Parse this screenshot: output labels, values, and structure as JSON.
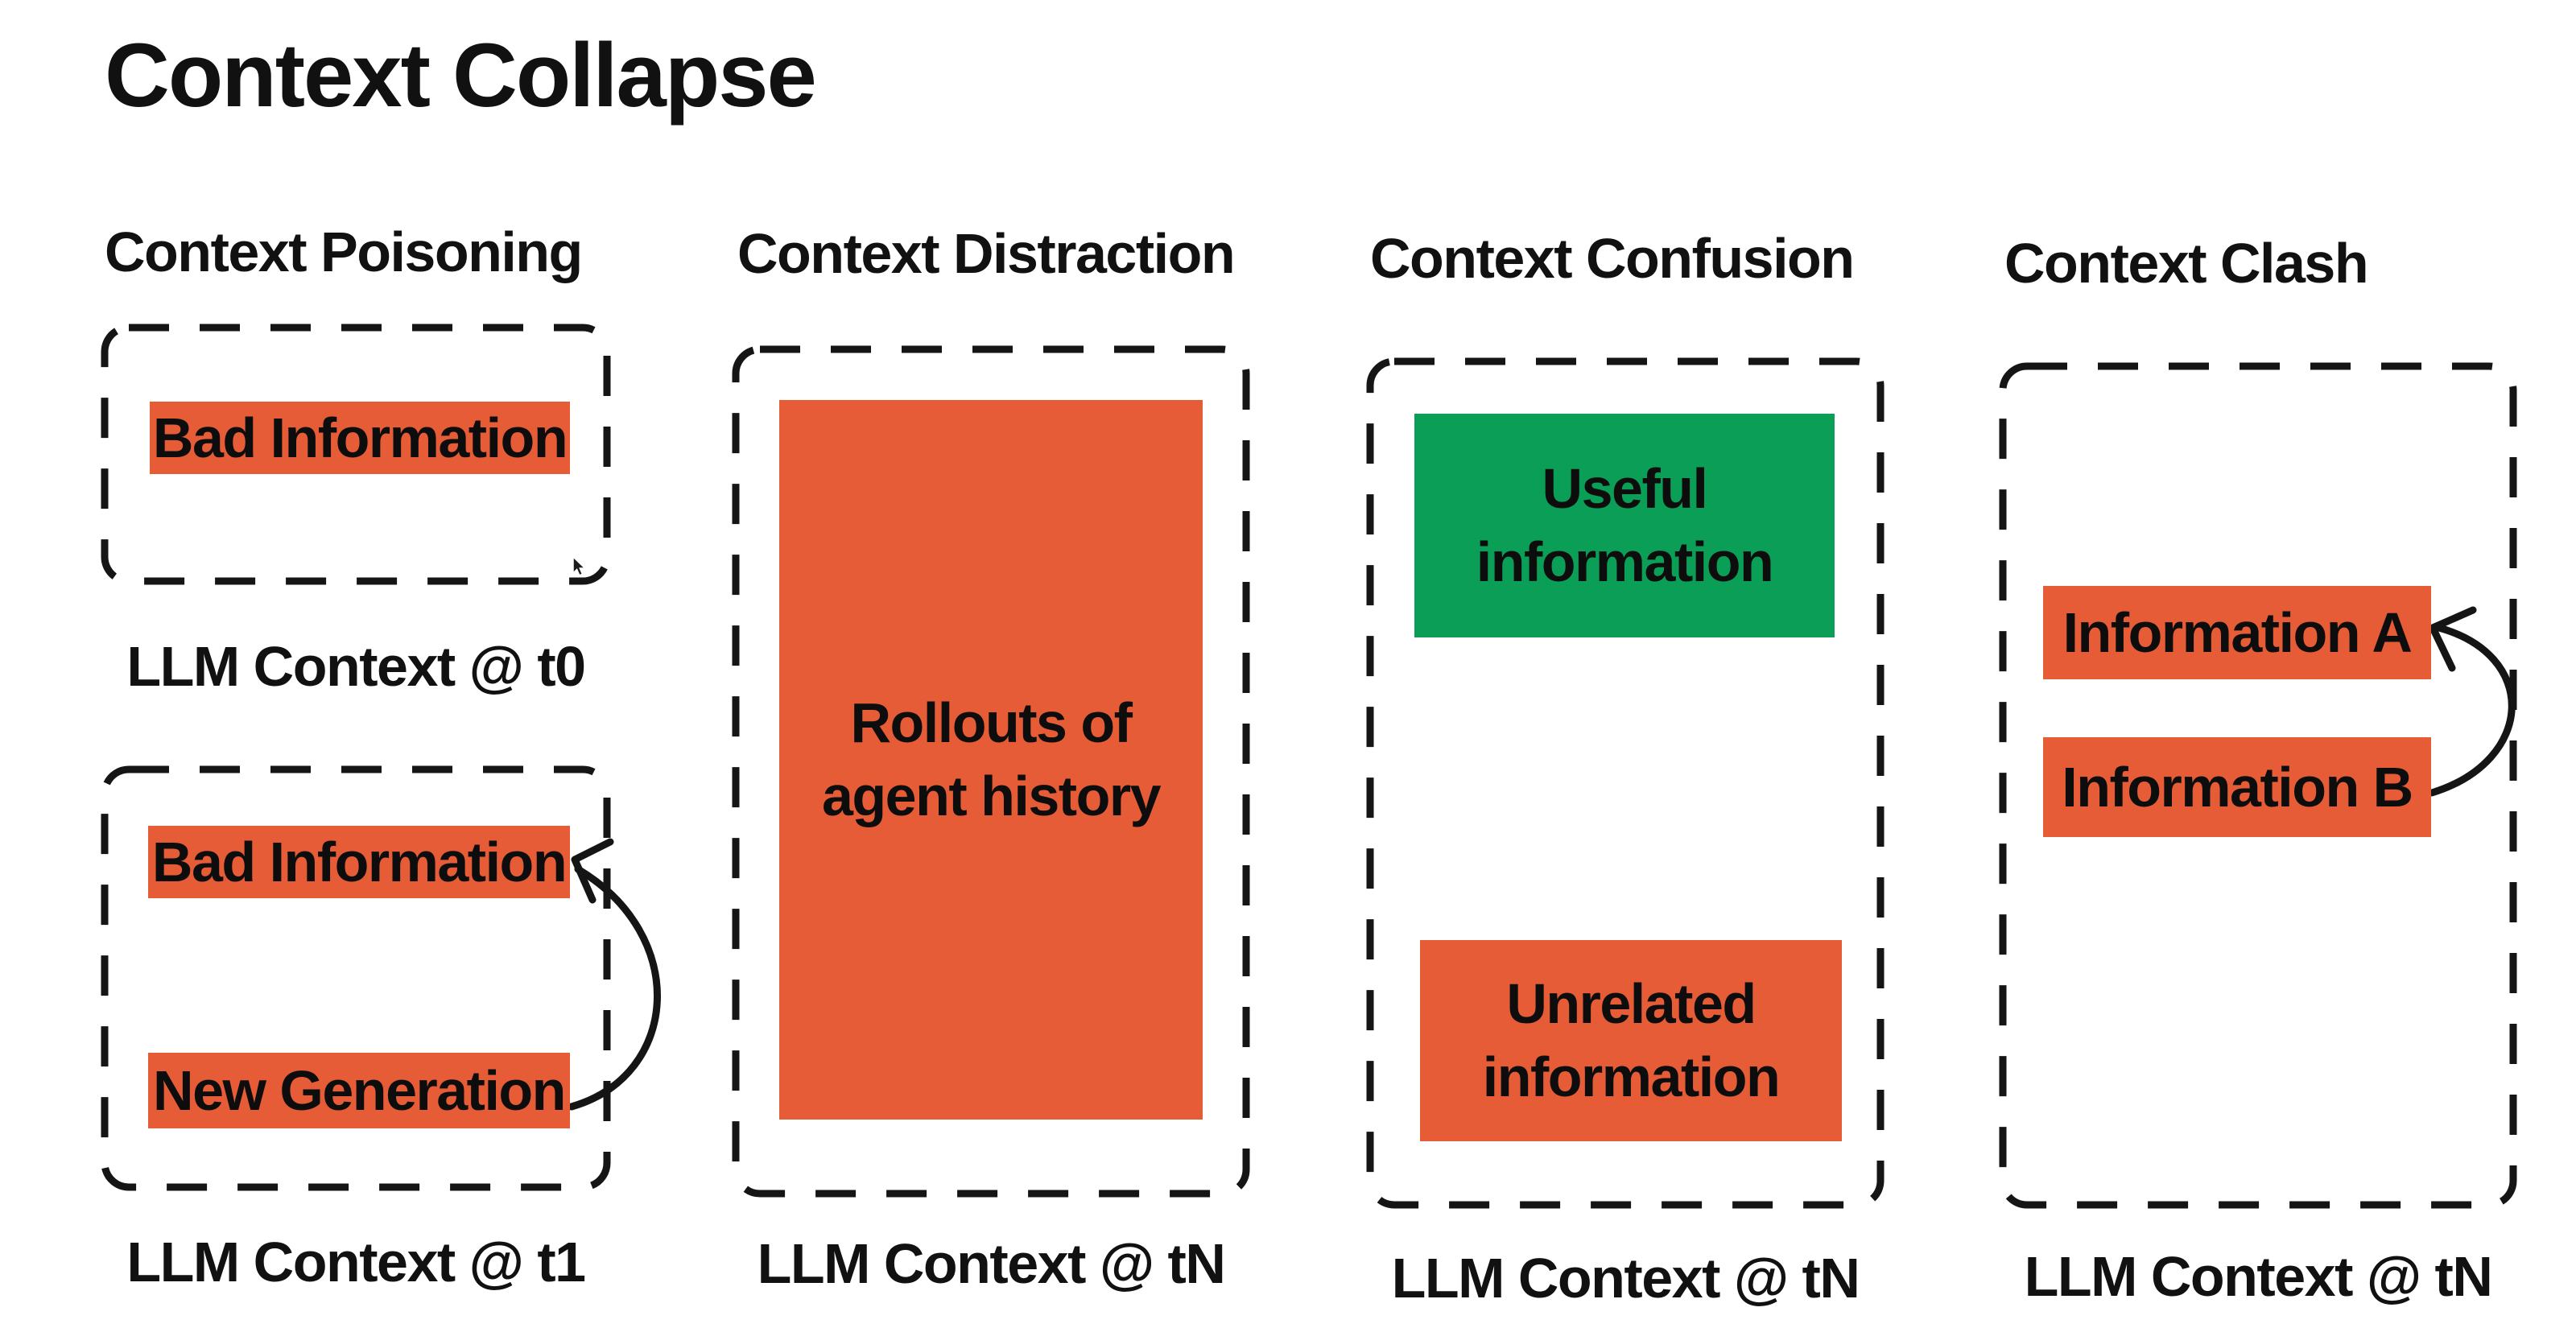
{
  "page": {
    "title": "Context Collapse"
  },
  "colors": {
    "background": "#FFFFFF",
    "orange": "#E55C36",
    "green": "#0A9E56",
    "ink": "#151515"
  },
  "panels": {
    "poisoning": {
      "heading": "Context Poisoning",
      "t0": {
        "bad_information": "Bad Information",
        "caption": "LLM Context @ t0"
      },
      "t1": {
        "bad_information": "Bad Information",
        "new_generation": "New Generation",
        "caption": "LLM Context @ t1"
      }
    },
    "distraction": {
      "heading": "Context Distraction",
      "rollouts_lines": [
        "Rollouts of",
        "agent history"
      ],
      "caption": "LLM Context @ tN"
    },
    "confusion": {
      "heading": "Context Confusion",
      "useful_lines": [
        "Useful",
        "information"
      ],
      "unrelated_lines": [
        "Unrelated",
        "information"
      ],
      "caption": "LLM Context @ tN"
    },
    "clash": {
      "heading": "Context Clash",
      "information_a": "Information A",
      "information_b": "Information B",
      "caption": "LLM Context @ tN"
    }
  }
}
